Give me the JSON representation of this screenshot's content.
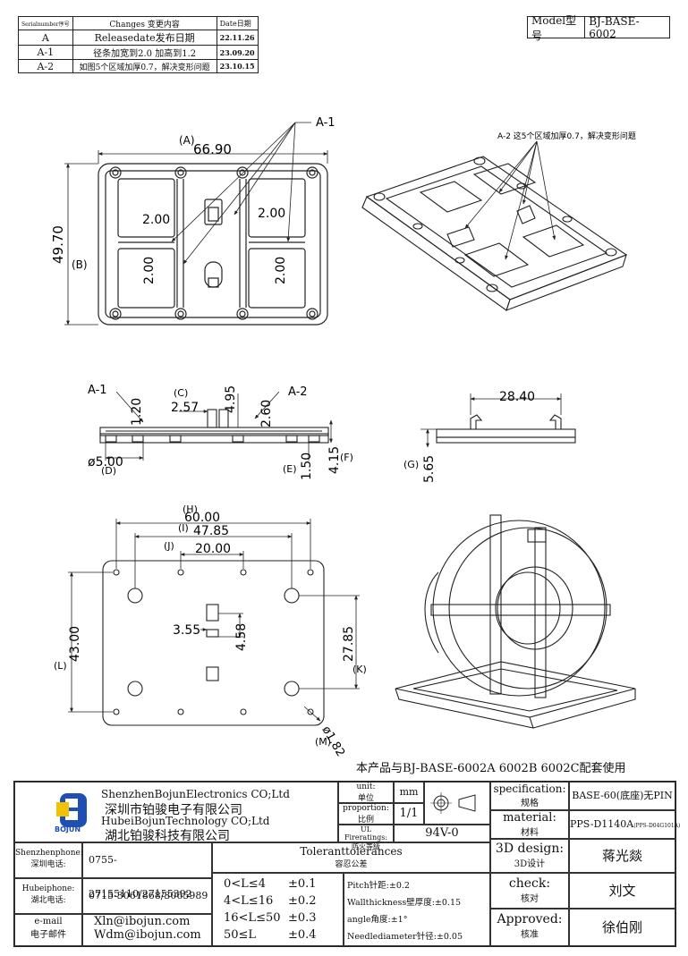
{
  "revisions": {
    "headers": [
      "Serialnumber序号",
      "Changes 变更内容",
      "Date日期"
    ],
    "rows": [
      {
        "serial": "A",
        "change": "Releasedate发布日期",
        "date": "22.11.26"
      },
      {
        "serial": "A-1",
        "change": "径条加宽到2.0  加高到1.2",
        "date": "23.09.20"
      },
      {
        "serial": "A-2",
        "change": "如图5个区域加厚0.7，解决变形问题",
        "date": "23.10.15"
      }
    ]
  },
  "model": {
    "label": "Model型号",
    "value": "BJ-BASE-6002"
  },
  "top_view": {
    "ref_A": "(A)",
    "width": "66.90",
    "ref_B": "(B)",
    "height": "49.70",
    "rib": "2.00",
    "callout": "A-1"
  },
  "iso_note": "A-2 这5个区域加厚0.7，解决变形问题",
  "side_view": {
    "a1": "A-1",
    "a2": "A-2",
    "ref_C": "(C)",
    "d257": "2.57",
    "d495": "4.95",
    "d120": "1.20",
    "d260": "2.60",
    "d500": "ø5.00",
    "ref_D": "(D)",
    "ref_E": "(E)",
    "d150": "1.50",
    "d415": "4.15",
    "ref_F": "(F)"
  },
  "side_view2": {
    "d2840": "28.40",
    "ref_G": "(G)",
    "d565": "5.65"
  },
  "bottom_view": {
    "ref_H": "(H)",
    "d6000": "60.00",
    "ref_I": "(I)",
    "d4785": "47.85",
    "ref_J": "(J)",
    "d2000": "20.00",
    "d355": "3.55",
    "d458": "4.58",
    "ref_L": "(L)",
    "d4300": "43.00",
    "d2785": "27.85",
    "ref_K": "(K)",
    "ref_M": "(M)",
    "d182": "ø1.82"
  },
  "usage_note": "本产品与BJ-BASE-6002A 6002B 6002C配套使用",
  "title_block": {
    "company_en1": "ShenzhenBojunElectronics CO;Ltd",
    "company_cn1": "深圳市铂骏电子有限公司",
    "company_en2": "HubeiBojunTechnology CO;Ltd",
    "company_cn2": "湖北铂骏科技有限公司",
    "logo_text": "BOJUN",
    "unit_label": "unit:",
    "unit_label_cn": "单位",
    "unit_value": "mm",
    "proportion_label": "proportion:",
    "proportion_label_cn": "比例",
    "proportion_value": "1/1",
    "fire_label": "UL Fireratings:",
    "fire_label_cn": "防火等级",
    "fire_value": "94V-0",
    "spec_label": "specification:",
    "spec_label_cn": "规格",
    "spec_value": "BASE-60(底座)无PIN",
    "material_label": "material:",
    "material_label_cn": "材料",
    "material_value": "PPS-D1140A",
    "material_note": "(PPS-D04G101A)",
    "design_label": "3D design:",
    "design_label_cn": "3D设计",
    "design_value": "蒋光燚",
    "check_label": "check:",
    "check_label_cn": "核对",
    "check_value": "刘文",
    "approved_label": "Approved:",
    "approved_label_cn": "核准",
    "approved_value": "徐伯刚",
    "sz_phone_label": "Shenzhenphone:",
    "sz_phone_label_cn": "深圳电话:",
    "sz_phone": "0755-27155110/27155392",
    "hb_phone_label": "Hubeiphone:",
    "hb_phone_label_cn": "湖北电话:",
    "hb_phone": "0715-3061868/3065989",
    "email_label": "e-mail",
    "email_label_cn": "电子邮件",
    "email1": "Xln@ibojun.com",
    "email2": "Wdm@ibojun.com",
    "tol_title": "Toleranttolerances",
    "tol_title_cn": "容忍公差",
    "tol_rows": [
      {
        "range": "0<L≤4",
        "tol": "±0.1"
      },
      {
        "range": "4<L≤16",
        "tol": "±0.2"
      },
      {
        "range": "16<L≤50",
        "tol": "±0.3"
      },
      {
        "range": "50≤L",
        "tol": "±0.4"
      }
    ],
    "pitch": "Pitch针距:±0.2",
    "wall": "Wallthickness壁厚度:±0.15",
    "angle": "angle角度:±1°",
    "needle": "Needlediameter针径:±0.05"
  },
  "colors": {
    "line": "#222222",
    "logo_blue": "#1f4fb3",
    "logo_yellow": "#f2c200"
  }
}
